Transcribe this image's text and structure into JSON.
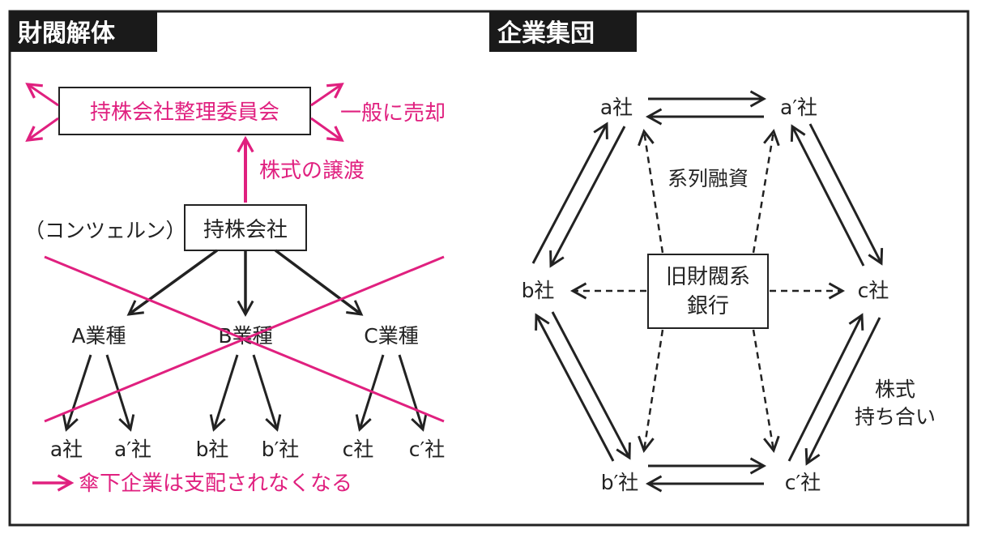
{
  "colors": {
    "accent": "#e0207f",
    "ink": "#222222",
    "title_bg": "#1a1a1a",
    "title_text": "#ffffff"
  },
  "left_panel": {
    "title": "財閥解体",
    "committee_box": "持株会社整理委員会",
    "sell_label": "一般に売却",
    "transfer_label": "株式の譲渡",
    "konzern_label": "（コンツェルン）",
    "holding_box": "持株会社",
    "industries": [
      "A業種",
      "B業種",
      "C業種"
    ],
    "companies": [
      "a社",
      "a′社",
      "b社",
      "b′社",
      "c社",
      "c′社"
    ],
    "legend_label": "傘下企業は支配されなくなる"
  },
  "right_panel": {
    "title": "企業集団",
    "bank_line1": "旧財閥系",
    "bank_line2": "銀行",
    "financing_label": "系列融資",
    "cross_holding_line1": "株式",
    "cross_holding_line2": "持ち合い",
    "companies": {
      "a": "a社",
      "a_prime": "a′社",
      "b": "b社",
      "c": "c社",
      "b_prime": "b′社",
      "c_prime": "c′社"
    }
  }
}
